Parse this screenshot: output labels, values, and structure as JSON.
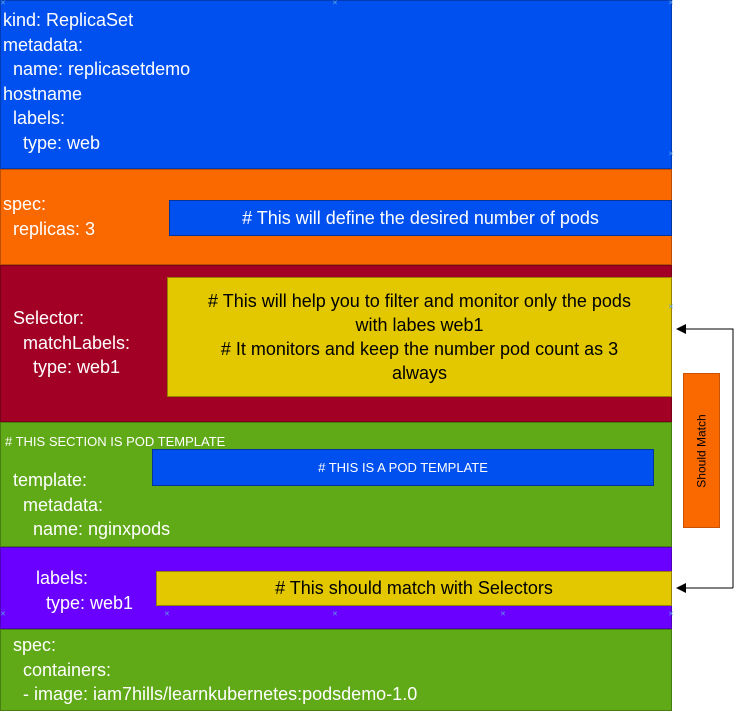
{
  "colors": {
    "blue": "#0050ef",
    "orange": "#fa6800",
    "crimson": "#a20025",
    "green": "#60a917",
    "violet": "#6a00ff",
    "yellow": "#e3c800",
    "white": "#ffffff",
    "black": "#000000"
  },
  "blocks": {
    "kind": {
      "text": "kind: ReplicaSet\nmetadata:\n  name: replicasetdemo\nhostname\n  labels:\n    type: web"
    },
    "spec": {
      "text": "spec:\n  replicas: 3",
      "note": "# This will  define the desired number of pods"
    },
    "selector": {
      "text": "Selector:\n  matchLabels:\n    type: web1",
      "note": "# This will help you to filter and monitor only the pods\nwith labes web1\n# It monitors and keep the number pod count as 3\nalways"
    },
    "template": {
      "header": "# THIS SECTION IS POD TEMPLATE",
      "text": "template:\n  metadata:\n    name: nginxpods",
      "note": "# THIS IS A POD TEMPLATE"
    },
    "labels": {
      "text": "labels:\n  type: web1",
      "note": "# This should match with Selectors"
    },
    "container_spec": {
      "text": "spec:\n  containers:\n  - image: iam7hills/learnkubernetes:podsdemo-1.0"
    }
  },
  "should_match": {
    "label": "Should Match"
  }
}
